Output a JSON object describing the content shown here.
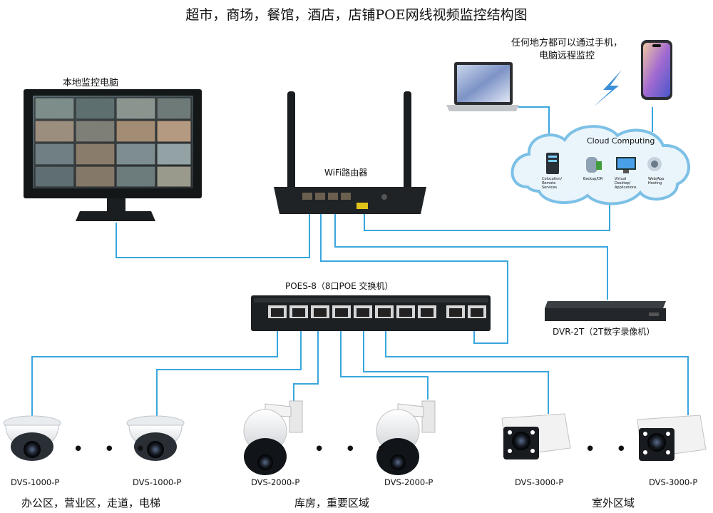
{
  "title": "超市，商场，餐馆，酒店，店铺POE网线视频监控结构图",
  "remote_access": {
    "line1": "任何地方都可以通过手机，",
    "line2": "电脑远程监控"
  },
  "local_pc": {
    "label": "本地监控电脑"
  },
  "router": {
    "label": "WiFi路由器"
  },
  "cloud": {
    "title": "Cloud Computing",
    "services": [
      "Colocation/ Remote Services",
      "Backup/DR",
      "Virtual Desktop/ Applications",
      "Web/App Hosting"
    ]
  },
  "switch": {
    "label": "POES-8（8口POE 交换机）"
  },
  "dvr": {
    "label": "DVR-2T（2T数字录像机）"
  },
  "cameras": [
    {
      "model": "DVS-1000-P",
      "type": "dome"
    },
    {
      "model": "DVS-1000-P",
      "type": "dome"
    },
    {
      "model": "DVS-2000-P",
      "type": "ptz"
    },
    {
      "model": "DVS-2000-P",
      "type": "ptz"
    },
    {
      "model": "DVS-3000-P",
      "type": "bullet"
    },
    {
      "model": "DVS-3000-P",
      "type": "bullet"
    }
  ],
  "ellipsis": "• • •",
  "zones": [
    "办公区，营业区，走道，电梯",
    "库房，重要区域",
    "室外区域"
  ],
  "colors": {
    "cable": "#3aa6dd",
    "cloud_fill": "#e9f4fb",
    "cloud_stroke": "#7cc0e6",
    "device_dark": "#1f2326"
  }
}
